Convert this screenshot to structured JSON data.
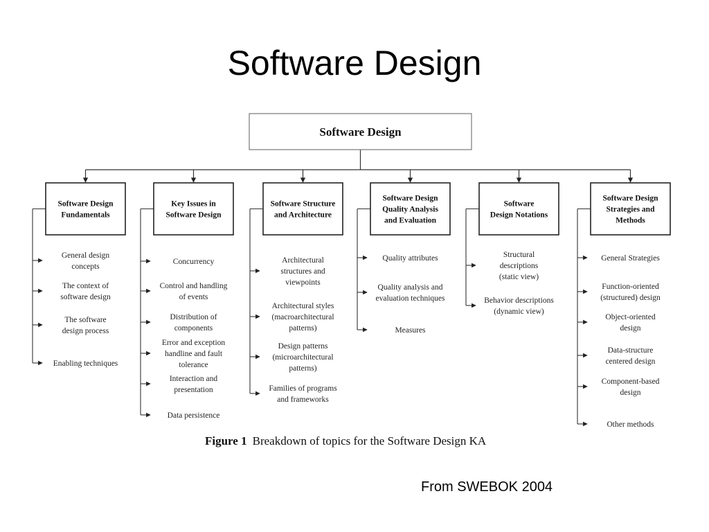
{
  "slide": {
    "title": "Software Design",
    "source": "From SWEBOK 2004"
  },
  "diagram": {
    "root": "Software Design",
    "caption_label": "Figure 1",
    "caption_text": "Breakdown of topics for the Software Design KA",
    "branches": [
      {
        "name": "Software Design Fundamentals",
        "label_lines": [
          "Software Design",
          "Fundamentals"
        ],
        "items": [
          [
            "General design",
            "concepts"
          ],
          [
            "The context of",
            "software design"
          ],
          [
            "The software",
            "design process"
          ],
          [
            "Enabling techniques"
          ]
        ]
      },
      {
        "name": "Key Issues in Software Design",
        "label_lines": [
          "Key Issues in",
          "Software Design"
        ],
        "items": [
          [
            "Concurrency"
          ],
          [
            "Control and handling",
            "of events"
          ],
          [
            "Distribution of",
            "components"
          ],
          [
            "Error and exception",
            "handline and fault",
            "tolerance"
          ],
          [
            "Interaction and",
            "presentation"
          ],
          [
            "Data persistence"
          ]
        ]
      },
      {
        "name": "Software Structure and Architecture",
        "label_lines": [
          "Software Structure",
          "and  Architecture"
        ],
        "items": [
          [
            "Architectural",
            "structures and",
            "viewpoints"
          ],
          [
            "Architectural styles",
            "(macroarchitectural",
            "patterns)"
          ],
          [
            "Design patterns",
            "(microarchitectural",
            "patterns)"
          ],
          [
            "Families of programs",
            "and frameworks"
          ]
        ]
      },
      {
        "name": "Software Design Quality Analysis and Evaluation",
        "label_lines": [
          "Software Design",
          "Quality Analysis",
          "and Evaluation"
        ],
        "items": [
          [
            "Quality attributes"
          ],
          [
            "Quality analysis and",
            "evaluation techniques"
          ],
          [
            "Measures"
          ]
        ]
      },
      {
        "name": "Software Design Notations",
        "label_lines": [
          "Software",
          "Design Notations"
        ],
        "items": [
          [
            "Structural",
            "descriptions",
            "(static view)"
          ],
          [
            "Behavior descriptions",
            "(dynamic view)"
          ]
        ]
      },
      {
        "name": "Software Design Strategies and Methods",
        "label_lines": [
          "Software Design",
          "Strategies and",
          "Methods"
        ],
        "items": [
          [
            "General Strategies"
          ],
          [
            "Function-oriented",
            "(structured) design"
          ],
          [
            "Object-oriented",
            "design"
          ],
          [
            "Data-structure",
            "centered design"
          ],
          [
            "Component-based",
            "design"
          ],
          [
            "Other methods"
          ]
        ]
      }
    ]
  }
}
